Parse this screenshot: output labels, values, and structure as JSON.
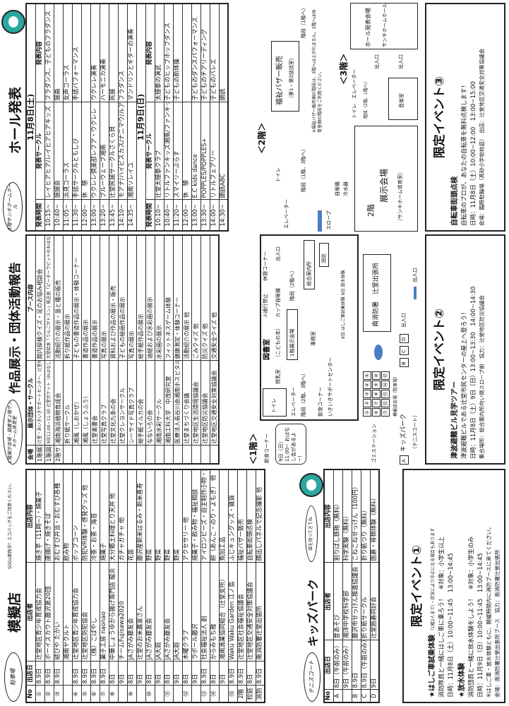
{
  "hall": {
    "oval": "3階サンキホームホール",
    "title": "ホール発表",
    "col_time": "発表時間",
    "col_circle": "発表サークル",
    "col_content": "発表内容",
    "day1": "11月8日(土)",
    "day1_rows": [
      [
        "10:15~",
        "レイヒアヒア/レイヒアヒアキッズ",
        "フラダンス、子どものフラダンス"
      ],
      [
        "10:40~",
        "謡謡会",
        "謡曲"
      ],
      [
        "11:05~",
        "浜見コーラス",
        "女声コーラス"
      ],
      [
        "11:30~",
        "手話サークルともしび",
        "手話パフォーマンス"
      ],
      [
        "12:00~",
        "休　憩",
        ""
      ],
      [
        "13:00~",
        "ウクレレ倶楽部レフア・ウクレレ",
        "ウクレレ演奏"
      ],
      [
        "13:20~",
        "ブルーウェーブ湘南",
        "ハーモニカ演奏"
      ],
      [
        "13:45~",
        "辻堂民謡サークルさくら貝",
        "民謡"
      ],
      [
        "14:10~",
        "モアナ/ハイビスカス/ナニマウ/ルアナ",
        "フラダンス"
      ],
      [
        "14:35~",
        "湘南ソレイユ",
        "マンドリンとギターの演奏"
      ]
    ],
    "day2": "11月9日(日)",
    "day2_rows": [
      [
        "10:10~",
        "辻堂太極拳クラブ",
        "太極拳の演武"
      ],
      [
        "10:40~",
        "リトルファンキッズ湘南/ファンキッズ湘南",
        "子どものヒップホップダンス"
      ],
      [
        "11:20~",
        "スマイリーぷらす",
        "子どもの新体操"
      ],
      [
        "12:00~",
        "休　憩",
        ""
      ],
      [
        "13:00~",
        "E.C kids dance",
        "子どものダンスパフォーマンス"
      ],
      [
        "13:30~",
        "POPPLES/POPPLES+",
        "子どものチアリーディング"
      ],
      [
        "14:00~",
        "リトルフェアリー",
        "子どものバレエ"
      ],
      [
        "14:30~",
        "朗読ABC",
        "朗読"
      ]
    ]
  },
  "exhibit": {
    "oval": "1階展示会場・図書室 2階サンキホーム体育室",
    "title": "作品展示・団体活動報告",
    "col_venue": "会場",
    "col_group": "展示団体・サークル",
    "col_booth": "ブース内容",
    "rows": [
      [
        "1階展示",
        "辻堂・あいきいきサポートセンター、辻堂地区CSW、湘南辻堂地域包括支援センター",
        "館内探検クイズ・足のお悩み相談会"
      ],
      [
        "1階図書室",
        "9日11:00~11:30 辻堂ポケット（おはなし会）",
        "大型絵本「りんごがドスン」紙芝居「ピーターラビットのおはなし」他"
      ],
      [
        "2階サンキホーム体育室",
        "湘南海浜植物育成会",
        "活動紹介の展示・苗と種の販売"
      ],
      [
        "",
        "折り紙サークル",
        "折り紙作品の展示"
      ],
      [
        "",
        "湘風（しおかぜ）",
        "子どもの書道作品の展示・体験コーナー"
      ],
      [
        "",
        "湘風（しょうふう）",
        "書道作品の展示"
      ],
      [
        "",
        "辻堂楽書会",
        "書道作品の展示"
      ],
      [
        "",
        "辻堂写真クラブ",
        "写真の展示"
      ],
      [
        "",
        "辻堂文化九条の会",
        "資料および作品の展示・販売"
      ],
      [
        "",
        "辻堂クレヨンサークル",
        "子どもの絵画作品の展示"
      ],
      [
        "",
        "シーサイド写真クラブ",
        "写真の展示"
      ],
      [
        "",
        "絵手紙イルカの会",
        "絵手紙作品の展示"
      ],
      [
        "",
        "なないろの会",
        "油絵および水彩画の展示"
      ],
      [
        "",
        "湘南水彩サークル",
        "水彩画の展示"
      ],
      [
        "",
        "湘南工科大学　中茂研究室",
        "フィットネスゲーム体験"
      ],
      [
        "",
        "医療法人長谷川会湘南ホスピタル",
        "健康測定・体験コーナー"
      ],
      [
        "",
        "辻堂まちづくり会議",
        "活動紹介の展示 他"
      ],
      [
        "",
        "辻堂地区生活環境協議会",
        "ごみクイズ 他"
      ],
      [
        "",
        "辻堂地区防災協議会",
        "防災クイズ 他"
      ],
      [
        "",
        "辻堂地区交通安全対策協議会",
        "交通安全クイズ 他"
      ]
    ]
  },
  "stalls": {
    "oval": "駐車場",
    "title": "模擬店",
    "note": "SDGs実践中！エコバッグをご持参ください。",
    "col_no": "No",
    "col_day": "出店日",
    "col_vendor": "出店者",
    "col_item": "出店内容",
    "rows": [
      [
        "①",
        "8.9日",
        "辻堂地区青少年育成協力会",
        "焼き芋（11時~）・綿菓子"
      ],
      [
        "②",
        "8.9日",
        "ボーイスカウト藤沢第20団",
        "唐揚げ・焼きそば"
      ],
      [
        "③",
        "8.9日",
        "結びや たかい",
        "おむすび弁当・おむすび各種"
      ],
      [
        "",
        "",
        "湘南ヤクルト",
        "飲み物"
      ],
      [
        "④",
        "8.9日",
        "辻堂地区青少年育成協力会",
        "ポップコーン"
      ],
      [
        "⑤",
        "8.9日",
        "辻堂地区防犯協会",
        "防犯VR体験・啓発グッズ 他"
      ],
      [
        "⑥",
        "8.9日",
        "（株）こばやし",
        "冷茶・お茶・海苔"
      ],
      [
        "⑦",
        "8.9日",
        "菓子工房 naonao",
        "焼菓子"
      ],
      [
        "⑧",
        "8日",
        "中華しょうゆから揚げ専門店 龍炎",
        "大分郷土料理とり天丼 他"
      ],
      [
        "",
        "9日",
        "チームFujisawa2020",
        "ガチャガチャ 他"
      ],
      [
        "⑨",
        "8日",
        "JAさがみ藤友会",
        "花苗"
      ],
      [
        "",
        "9日",
        "辻堂のお米農家さん",
        "藤沢産新米はるみ・新米喜寿"
      ],
      [
        "⑩",
        "8日",
        "JAさがみ藤友会",
        "野菜"
      ],
      [
        "",
        "9日",
        "JA大庭",
        "野菜"
      ],
      [
        "⑪",
        "8日",
        "JAさがみ藤友会",
        "野菜"
      ],
      [
        "",
        "9日",
        "JA大庭",
        "野菜"
      ],
      [
        "⑫",
        "8日",
        "木曜クラブ",
        "アクセサリー 他"
      ],
      [
        "",
        "9日",
        "ラポール藤沢",
        "焼菓子・飲み物・福祉相談"
      ],
      [
        "⑬",
        "8.9日",
        "社会福祉法人 創",
        "アイロンビーズ・自主制作小物・焼き菓子"
      ],
      [
        "⑭",
        "8日",
        "からみもち雅",
        "餅（あんこ・のり・よもぎ） 他"
      ],
      [
        "",
        "9日",
        "湘南漁業協同組合（辻堂支所）",
        "魚加工品"
      ],
      [
        "⑮",
        "8.9日",
        "Waku Waku Garden 江ノ島",
        "ふじキュングッズ・雑貨"
      ],
      [
        "2階",
        "8.9日",
        "辻堂地区社会福祉協議会",
        "福祉バザー販売"
      ],
      [
        "校庭",
        "8日",
        "辻堂地区交通安全対策協議会",
        "自転車街頭点検"
      ],
      [
        "消防",
        "8.9日",
        "南消防署辻堂出張所",
        "顔出しパネルで記念撮影 他"
      ]
    ]
  },
  "kids": {
    "oval": "テニスコート",
    "title": "キッズパーク",
    "note": "袋を持ってきてね",
    "col_no": "No",
    "col_day": "出店日",
    "col_vendor": "出店者",
    "col_item": "出店内容",
    "rows": [
      [
        "A",
        "8日（午前のみ）",
        "昔あそび",
        "割りばし鉄砲（無料）"
      ],
      [
        "",
        "9日（午前のみ）",
        "湘洋中学校科学部",
        "科学実験（無料）"
      ],
      [
        "B",
        "8.9日",
        "藤沢市せっけん推進協議会",
        "こねこねせっけん（100円）"
      ],
      [
        "C",
        "8.9日（午前のみ）",
        "折り紙サークル",
        "折り紙つり（無料）"
      ],
      [
        "D",
        "9日",
        "辻堂囲碁同好会",
        "囲碁・将棋体験（無料）"
      ]
    ]
  },
  "event1": {
    "title": "限定イベント①",
    "h1": "★はしご車試乗体験",
    "h1_note": "（1組2人まで）・状況により中止になる場合もあります",
    "l1": "消防隊員と一緒にはしご車に乗ろう！　※対象：小学生以上",
    "l2": "日時：11月8日（土）10:00~11:45　13:00~14:45",
    "h2": "★放水体験",
    "l3": "消防団員と一緒に放水体験をしよう！　※対象：小学生のみ",
    "l4": "日時：11月9日（日）10:00~11:45　13:00~14:45",
    "l5": "※はしご車・放水体験ともに、開催時間内に消防ブースに来てください。",
    "l6": "会場：南消防署辻堂出張所ブース　協力：南消防署辻堂出張所"
  },
  "event2": {
    "title": "限定イベント②",
    "h1": "津波避難ビル見学ツアー",
    "l1": "津波避難ビルである辻堂市民センターの屋上へ登ろう！",
    "l2": "日時：11月8日（土）9日（日）13:00~13:30　14:00~14:30",
    "l3": "集合場所：総合案内所向い側スロープ前　協力：辻堂地区防災協議会"
  },
  "event3": {
    "title": "限定イベント③",
    "h1": "自転車街頭点検",
    "l1": "自転車のプロが、あなたの自転車を無料点検します！",
    "l2": "日時：11月8日（土）10:00~12:00　13:00~15:00",
    "l3": "会場：臨時駐輪場（高砂小学校校庭）　出店：辻堂地区交通安全対策協議会"
  },
  "map1": {
    "floor": "＜1階＞",
    "food1": "飲食コーナー",
    "elevator": "エレベーター",
    "toilet": "トイレ",
    "stairs": "階段（2階、3階へ）",
    "nursing": "授乳室",
    "library": "図書室",
    "library_sub": "（こどもの本）",
    "bubble": "9日（日）11:00~ おはなし会があるよ~！",
    "cup": "カップ自販機",
    "rest": "休憩コーナー",
    "noentry": "⚠通行禁止",
    "exit1": "出入口",
    "stairs2": "階段（2階へ）",
    "hall1": "1階展示会場",
    "office": "事務室",
    "info": "総合案内所",
    "fire": "消防",
    "ikiiki": "いきいきサポートセンター",
    "food2": "飲食コーナー",
    "station1": "南消防署",
    "station2": "辻堂出張所",
    "ladder": "8日 はしご車試乗体験 9日 放水体験",
    "stallarea": "模擬店会場（駐車場）",
    "garbage": "ゴミステーション",
    "kids": "キッズパーク",
    "tennis": "（テニスコート）",
    "exit2": "出入口",
    "exit3": "出入口",
    "kidA": "A",
    "kidB": "B",
    "kidC": "C",
    "kidD": "D",
    "stalls": [
      "①",
      "②",
      "③",
      "④",
      "⑤",
      "⑥",
      "⑦",
      "⑧",
      "⑨",
      "⑩",
      "⑪",
      "⑫",
      "⑬",
      "⑭",
      "⑮"
    ]
  },
  "map2": {
    "floor": "＜2階＞",
    "bazaar": "福祉バザー販売",
    "bazaar_sub": "（第1・第2談話室）",
    "stairs1": "階段（1階へ）",
    "note": "※福祉バザー販売側の階段は、3階へは上がれません。3階へは体育室側の階段をご利用ください。",
    "toilet": "トイレ",
    "elevator": "エレベーター",
    "stairs2": "階段（1階、3階へ）",
    "vending": "自販機",
    "water": "冷水器",
    "hall": "2階",
    "hall2": "展示会場",
    "hall_sub": "（サンキホーム体育室）",
    "slope": "スロープ"
  },
  "map3": {
    "floor": "＜3階＞",
    "hall": "ホール発表会場",
    "hall_sub": "サンキホームホール",
    "exit1": "出入口",
    "exit2": "出入口",
    "elevator": "エレベーター",
    "stairs": "階段（2階、1階へ）",
    "toilet": "トイレ",
    "music": "音楽室"
  }
}
